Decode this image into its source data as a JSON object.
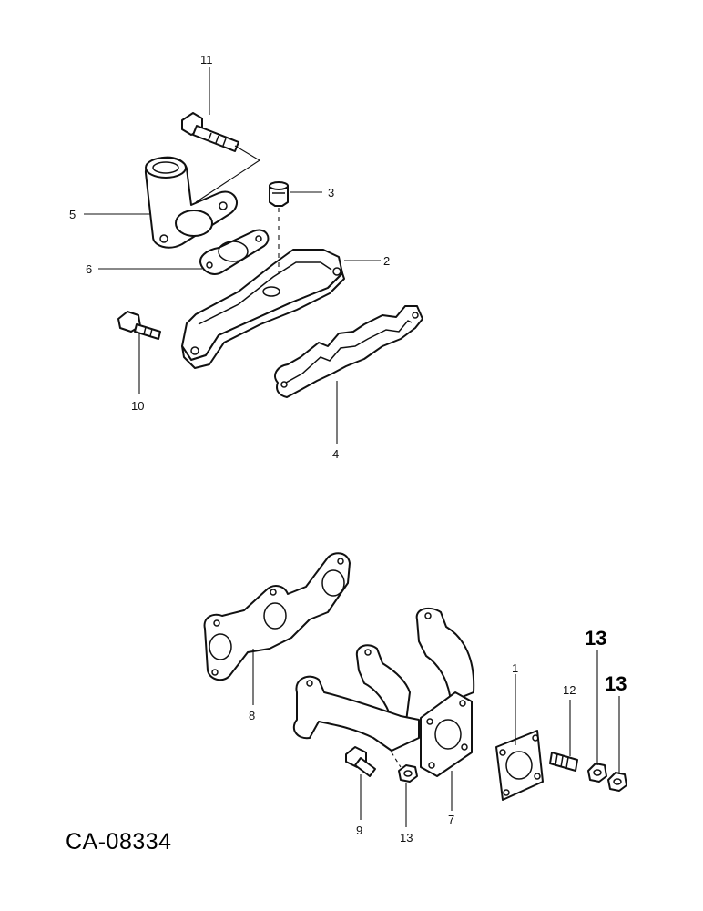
{
  "drawing": {
    "reference_code": "CA-08334"
  },
  "callouts": {
    "c1": "1",
    "c2": "2",
    "c3": "3",
    "c4": "4",
    "c5": "5",
    "c6": "6",
    "c7": "7",
    "c8": "8",
    "c9": "9",
    "c10": "10",
    "c11": "11",
    "c12": "12",
    "c13a": "13",
    "c13b": "13",
    "c13c": "13"
  }
}
